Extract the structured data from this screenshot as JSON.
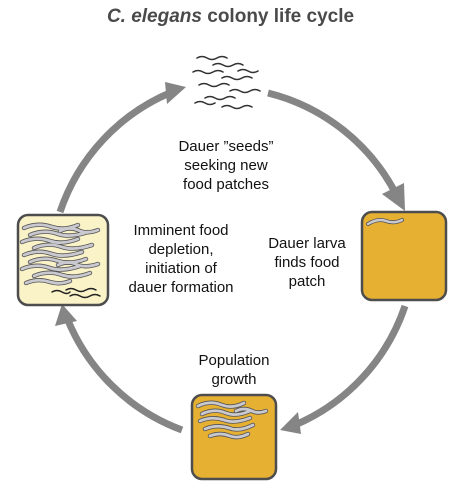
{
  "title": {
    "species": "C. elegans",
    "rest": " colony life cycle"
  },
  "stages": {
    "dauer_seeds": {
      "lines": [
        "Dauer ”seeds”",
        "seeking new",
        "food patches"
      ]
    },
    "finds_patch": {
      "lines": [
        "Dauer larva",
        "finds food",
        "patch"
      ]
    },
    "growth": {
      "lines": [
        "Population",
        "growth"
      ]
    },
    "depletion": {
      "lines": [
        "Imminent food",
        "depletion,",
        "initiation of",
        "dauer formation"
      ]
    }
  },
  "colors": {
    "food_patch": "#e6b033",
    "depleted_patch": "#fbf3c8",
    "box_stroke": "#4d4d4d",
    "arrow": "#858585",
    "worm_fill": "#c9c9cf",
    "worm_stroke": "#555555"
  }
}
